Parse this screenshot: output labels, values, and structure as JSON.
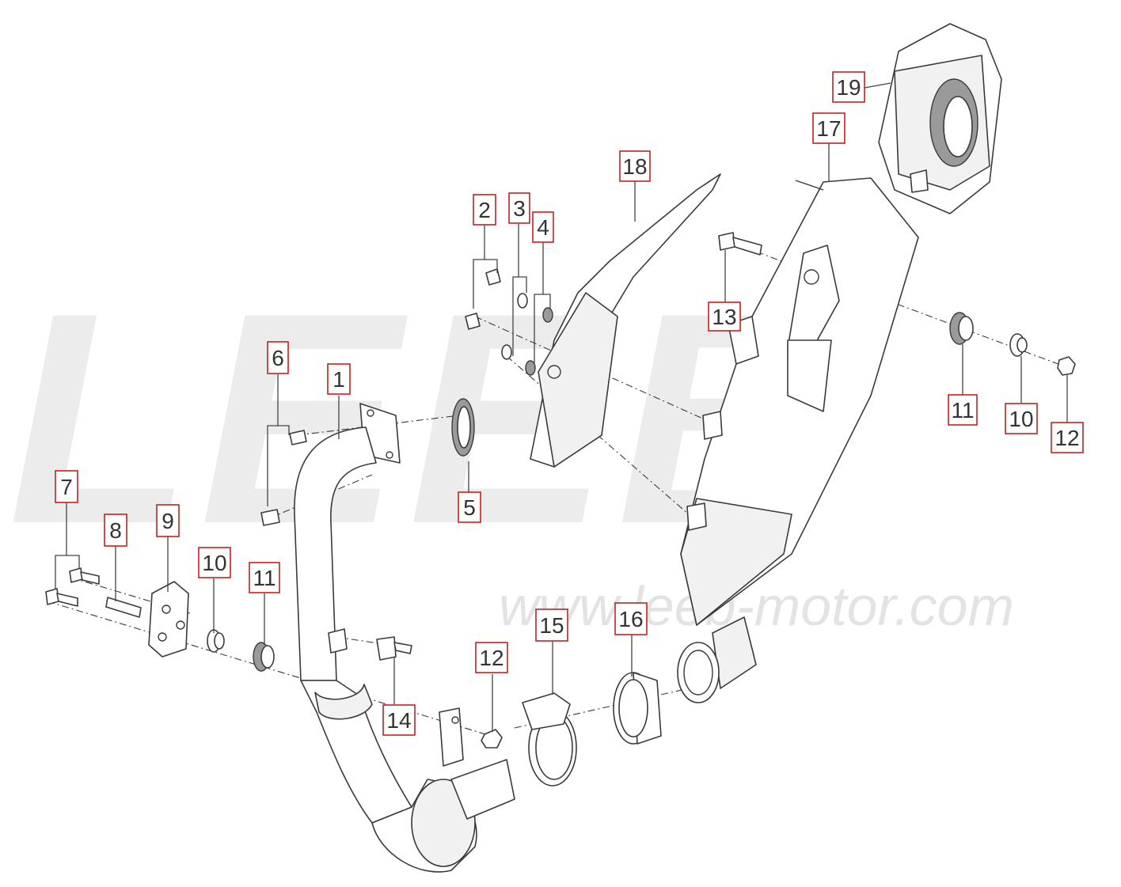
{
  "watermark": {
    "brand_letters": "LEEB",
    "url": "www.leeb-motor.com"
  },
  "callouts": [
    {
      "id": "c1",
      "label": "1"
    },
    {
      "id": "c2",
      "label": "2"
    },
    {
      "id": "c3",
      "label": "3"
    },
    {
      "id": "c4",
      "label": "4"
    },
    {
      "id": "c5",
      "label": "5"
    },
    {
      "id": "c6",
      "label": "6"
    },
    {
      "id": "c7",
      "label": "7"
    },
    {
      "id": "c8",
      "label": "8"
    },
    {
      "id": "c9",
      "label": "9"
    },
    {
      "id": "c10a",
      "label": "10"
    },
    {
      "id": "c11a",
      "label": "11"
    },
    {
      "id": "c12a",
      "label": "12"
    },
    {
      "id": "c13",
      "label": "13"
    },
    {
      "id": "c14",
      "label": "14"
    },
    {
      "id": "c15",
      "label": "15"
    },
    {
      "id": "c16",
      "label": "16"
    },
    {
      "id": "c17",
      "label": "17"
    },
    {
      "id": "c18",
      "label": "18"
    },
    {
      "id": "c19",
      "label": "19"
    },
    {
      "id": "c10b",
      "label": "10"
    },
    {
      "id": "c11b",
      "label": "11"
    },
    {
      "id": "c12b",
      "label": "12"
    }
  ],
  "colors": {
    "callout_border": "#c62020",
    "line_art": "#3a3a3a",
    "watermark": "#ececec"
  }
}
